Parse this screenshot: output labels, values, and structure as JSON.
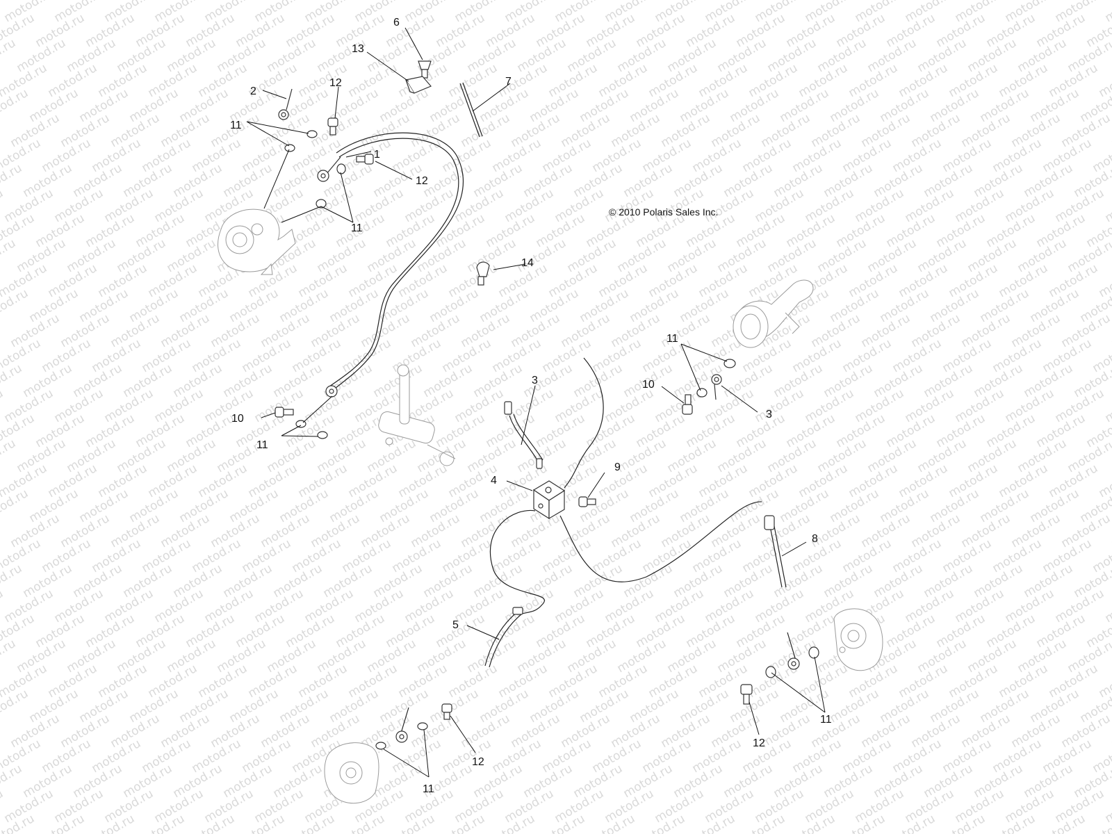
{
  "watermark": "motod.ru",
  "copyright": "© 2010 Polaris Sales Inc.",
  "callouts": {
    "c1": "1",
    "c2": "2",
    "c3a": "3",
    "c3b": "3",
    "c4": "4",
    "c5": "5",
    "c6": "6",
    "c7": "7",
    "c8": "8",
    "c9": "9",
    "c10a": "10",
    "c10b": "10",
    "c11a": "11",
    "c11b": "11",
    "c11c": "11",
    "c11d": "11",
    "c11e": "11",
    "c11f": "11",
    "c12a": "12",
    "c12b": "12",
    "c12c": "12",
    "c12d": "12",
    "c13": "13",
    "c14": "14"
  }
}
